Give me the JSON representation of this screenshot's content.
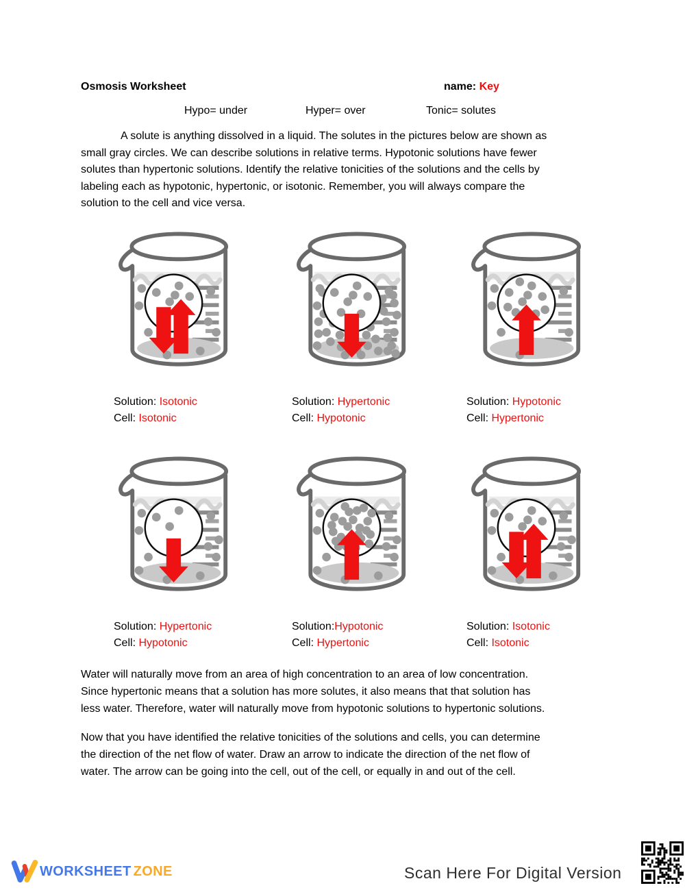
{
  "header": {
    "title": "Osmosis Worksheet",
    "name_label": "name: ",
    "name_value": "Key",
    "definitions": {
      "hypo": "Hypo= under",
      "hyper": "Hyper= over",
      "tonic": "Tonic= solutes"
    }
  },
  "intro": "A solute is anything dissolved in a liquid. The solutes in the pictures below are shown as\nsmall gray circles. We can describe solutions in relative terms. Hypotonic solutions have fewer\nsolutes than hypertonic solutions. Identify the relative tonicities of the solutions and the cells by\nlabeling each as hypotonic, hypertonic, or isotonic. Remember, you will always compare the\nsolution to the cell and vice versa.",
  "beakers": [
    {
      "solution_label": "Solution: ",
      "solution": "Isotonic",
      "cell_label": "Cell: ",
      "cell": "Isotonic",
      "arrows": "in_and_out",
      "outside_dots": 10,
      "inside_dots": 7
    },
    {
      "solution_label": "Solution: ",
      "solution": "Hypertonic",
      "cell_label": "Cell: ",
      "cell": "Hypotonic",
      "arrows": "out_of_cell",
      "outside_dots": 44,
      "inside_dots": 7
    },
    {
      "solution_label": "Solution: ",
      "solution": "Hypotonic",
      "cell_label": "Cell: ",
      "cell": "Hypertonic",
      "arrows": "into_cell",
      "outside_dots": 7,
      "inside_dots": 10
    },
    {
      "solution_label": "Solution: ",
      "solution": "Hypertonic",
      "cell_label": "Cell: ",
      "cell": "Hypotonic",
      "arrows": "out_of_cell",
      "outside_dots": 13,
      "inside_dots": 3
    },
    {
      "solution_label": "Solution:",
      "solution": "Hypotonic",
      "cell_label": "Cell: ",
      "cell": "Hypertonic",
      "arrows": "into_cell",
      "outside_dots": 14,
      "inside_dots": 24
    },
    {
      "solution_label": "Solution: ",
      "solution": "Isotonic",
      "cell_label": "Cell: ",
      "cell": "Isotonic",
      "arrows": "in_and_out",
      "outside_dots": 14,
      "inside_dots": 7
    }
  ],
  "para_water": "Water will naturally move from an area of high concentration to an area of low concentration.\nSince hypertonic means that a solution has more solutes, it also means that that solution has\nless water. Therefore, water will naturally move from hypotonic solutions to hypertonic solutions.",
  "para_arrows": "Now that you have identified the relative tonicities of the solutions and cells, you can determine\nthe direction of the net flow of water. Draw an arrow to indicate the direction of the net flow of\nwater. The arrow can be going into the cell, out of the cell, or equally in and out of the cell.",
  "footer": {
    "brand_first": "WORKSHEET",
    "brand_second": "ZONE",
    "scan_text": "Scan Here For Digital Version"
  },
  "colors": {
    "answer_red": "#f20d0d",
    "arrow_red": "#ee1212",
    "beaker_outline": "#6a6a6a",
    "solute_gray": "#9c9c9c",
    "sediment_gray": "#c9c9c9",
    "brand_blue": "#4477e8",
    "brand_orange": "#f9a827"
  }
}
